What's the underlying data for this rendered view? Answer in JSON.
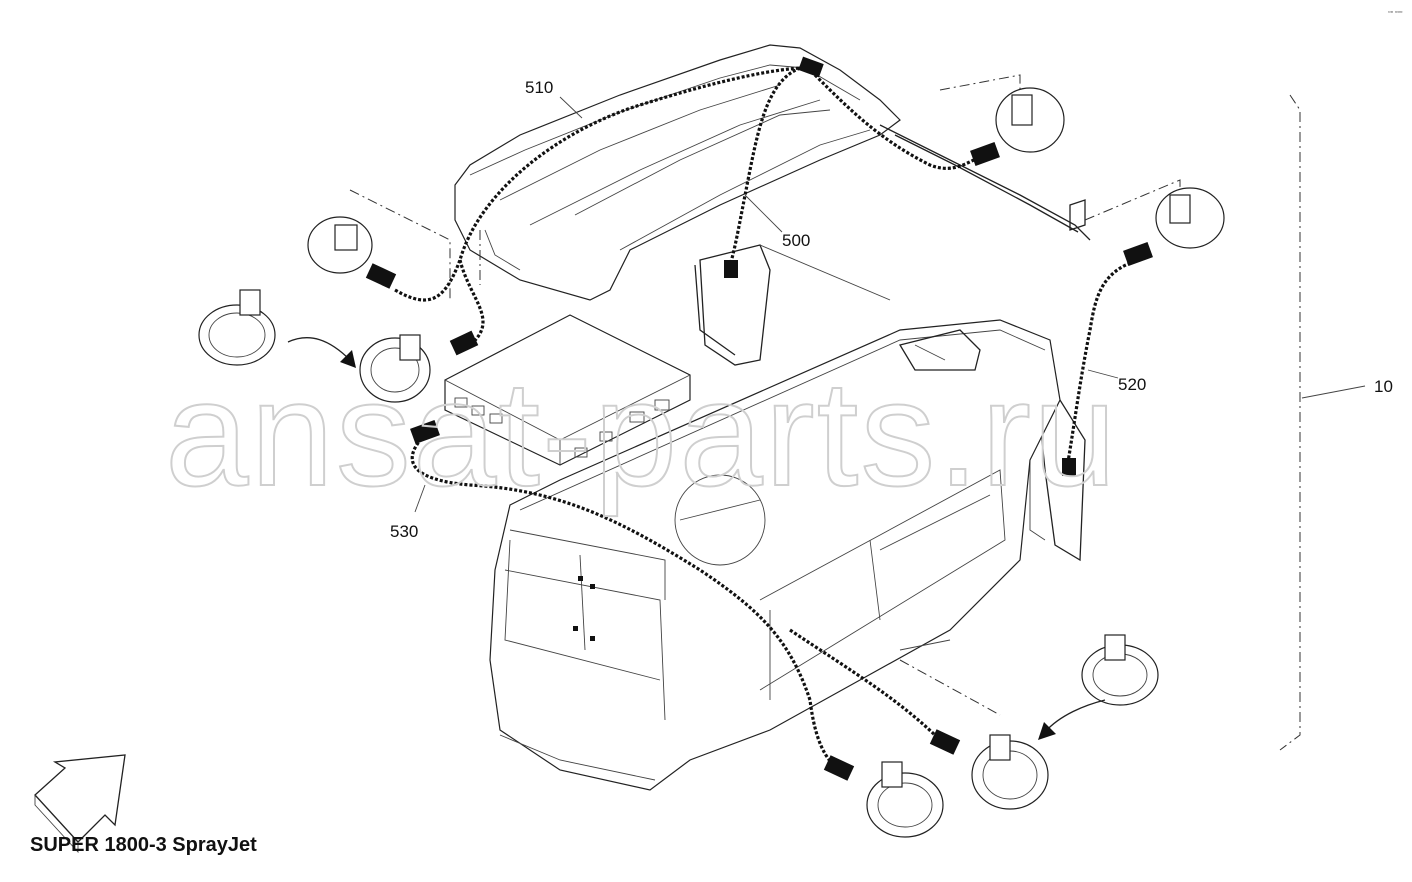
{
  "diagram": {
    "title": "SUPER 1800-3 SprayJet",
    "watermark": "ansat-parts.ru",
    "corner_mark": "▫︎▫ ▫▫▫",
    "callouts": [
      {
        "id": "510",
        "label": "510"
      },
      {
        "id": "500",
        "label": "500"
      },
      {
        "id": "520",
        "label": "520"
      },
      {
        "id": "530",
        "label": "530"
      },
      {
        "id": "10",
        "label": "10"
      }
    ],
    "icons": [
      "orientation-arrow-icon",
      "work-light-icon",
      "connector-icon",
      "wire-harness-icon"
    ]
  }
}
